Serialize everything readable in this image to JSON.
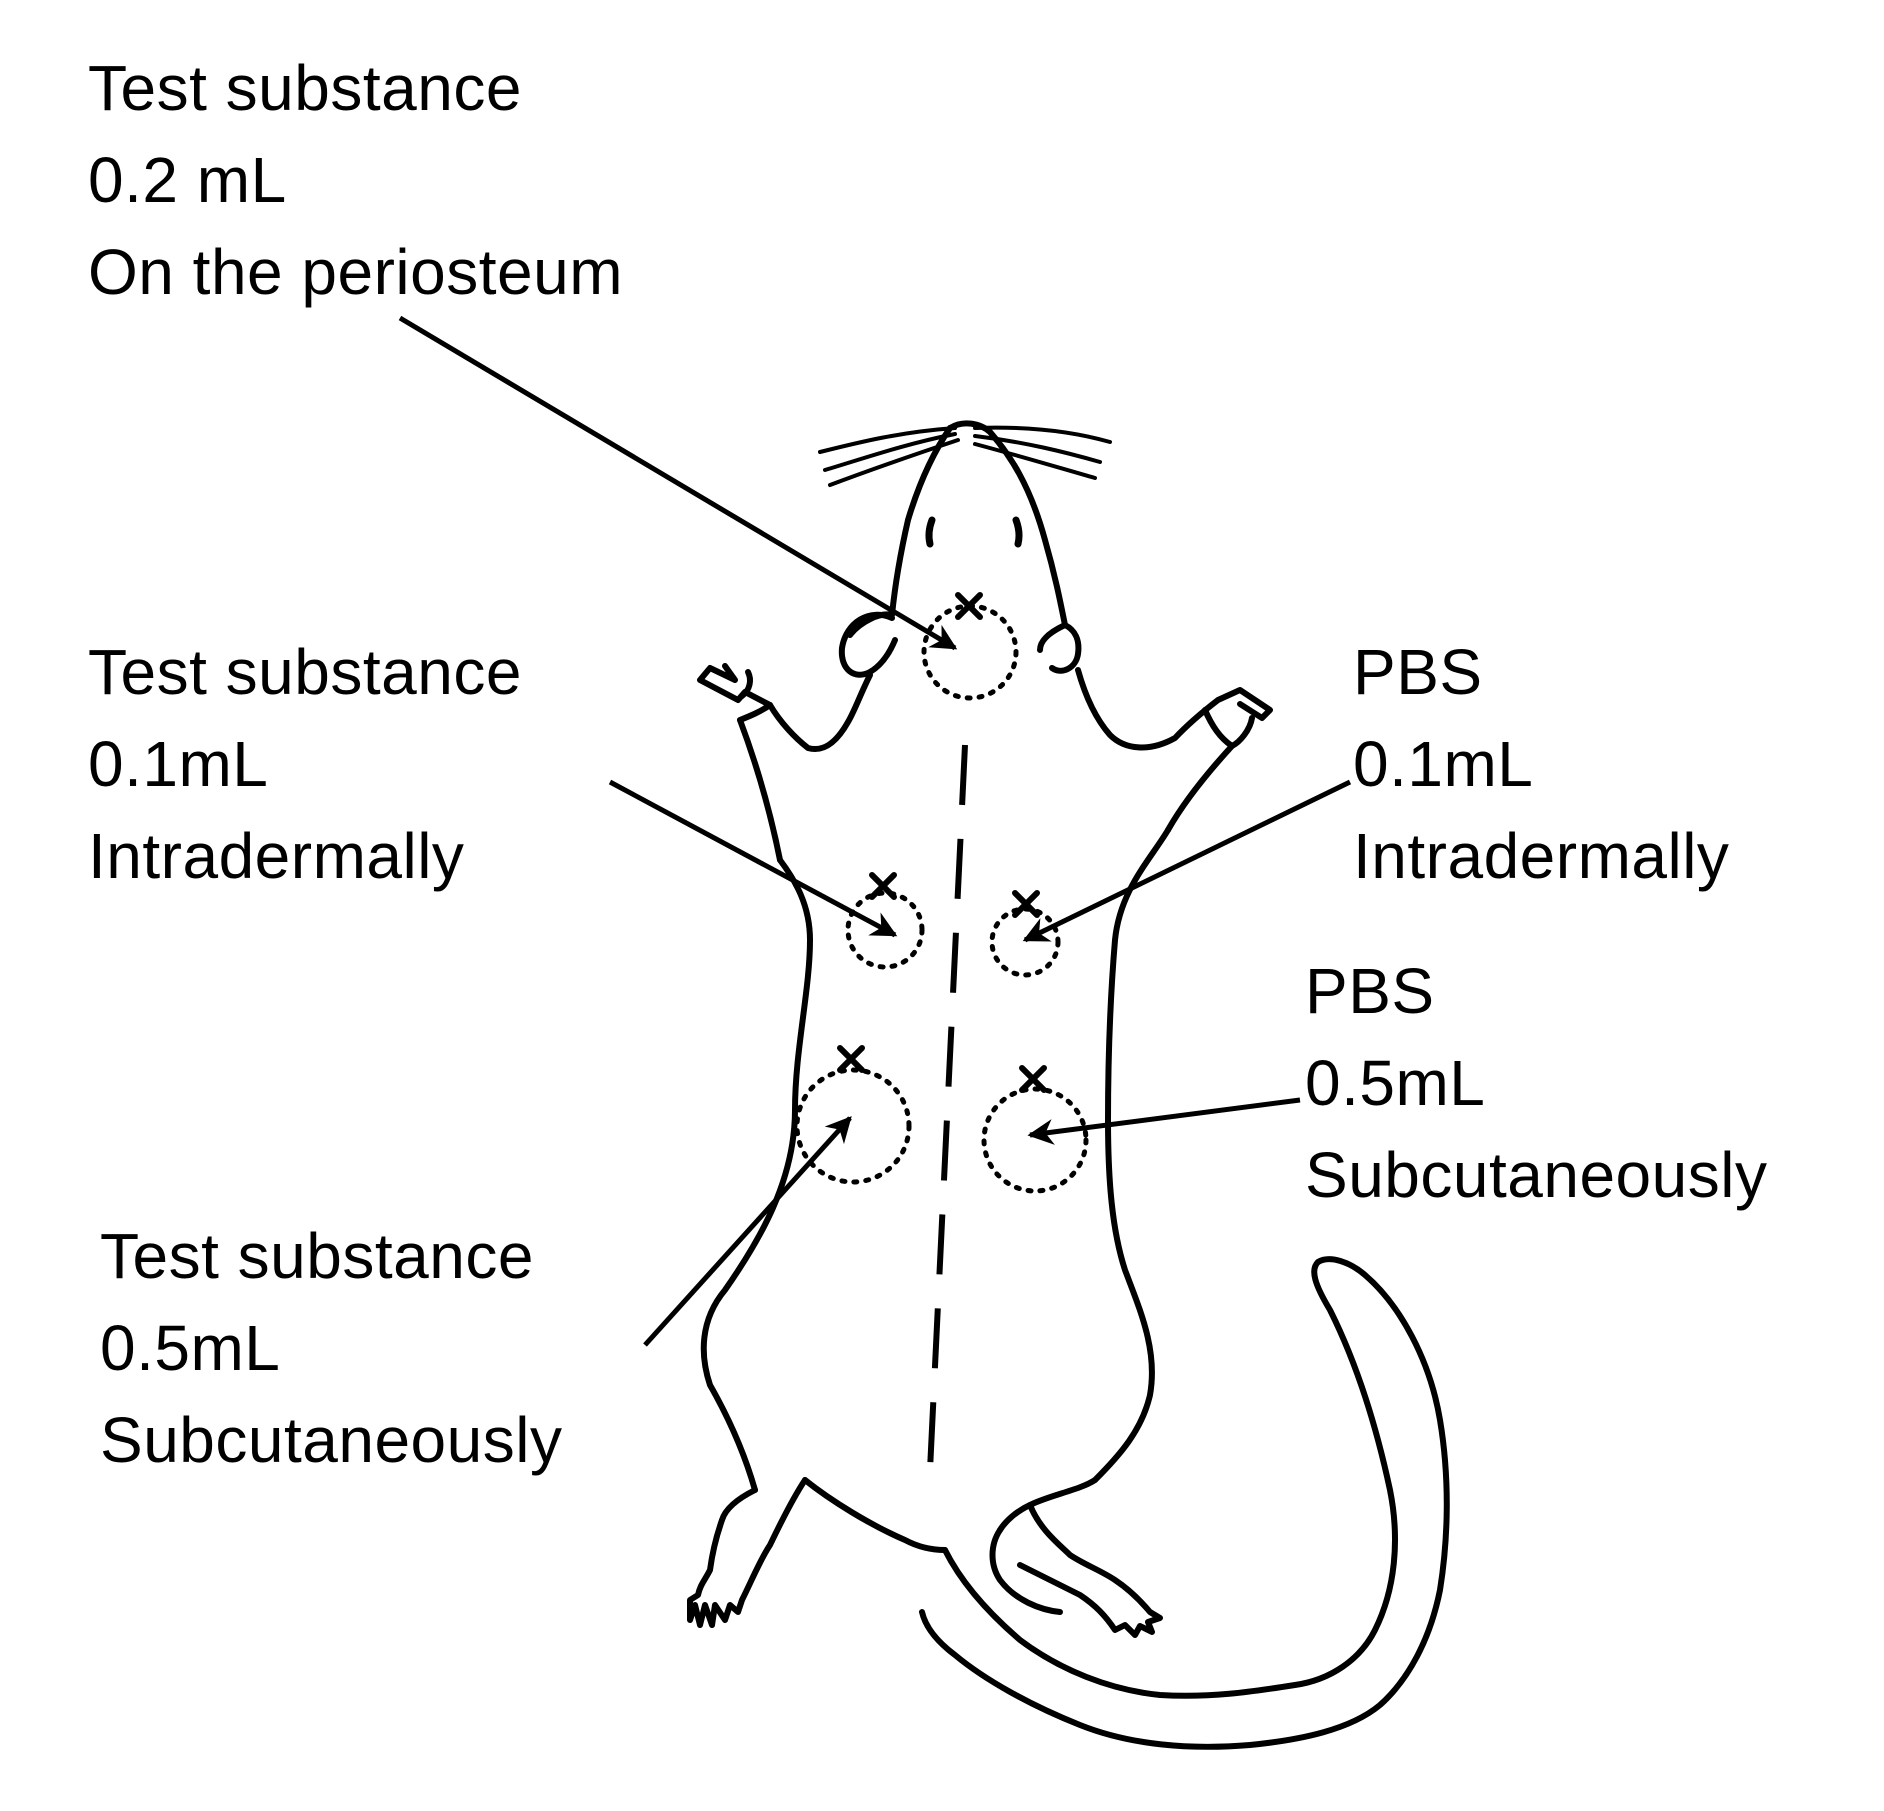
{
  "labels": {
    "periosteum": {
      "substance": "Test substance",
      "volume": "0.2 mL",
      "route": "On the periosteum"
    },
    "test_intradermal": {
      "substance": "Test substance",
      "volume": "0.1mL",
      "route": "Intradermally"
    },
    "pbs_intradermal": {
      "substance": "PBS",
      "volume": "0.1mL",
      "route": "Intradermally"
    },
    "pbs_subcutaneous": {
      "substance": "PBS",
      "volume": "0.5mL",
      "route": "Subcutaneously"
    },
    "test_subcutaneous": {
      "substance": "Test substance",
      "volume": "0.5mL",
      "route": "Subcutaneously"
    }
  },
  "colors": {
    "ink": "#000000",
    "background": "#ffffff"
  }
}
